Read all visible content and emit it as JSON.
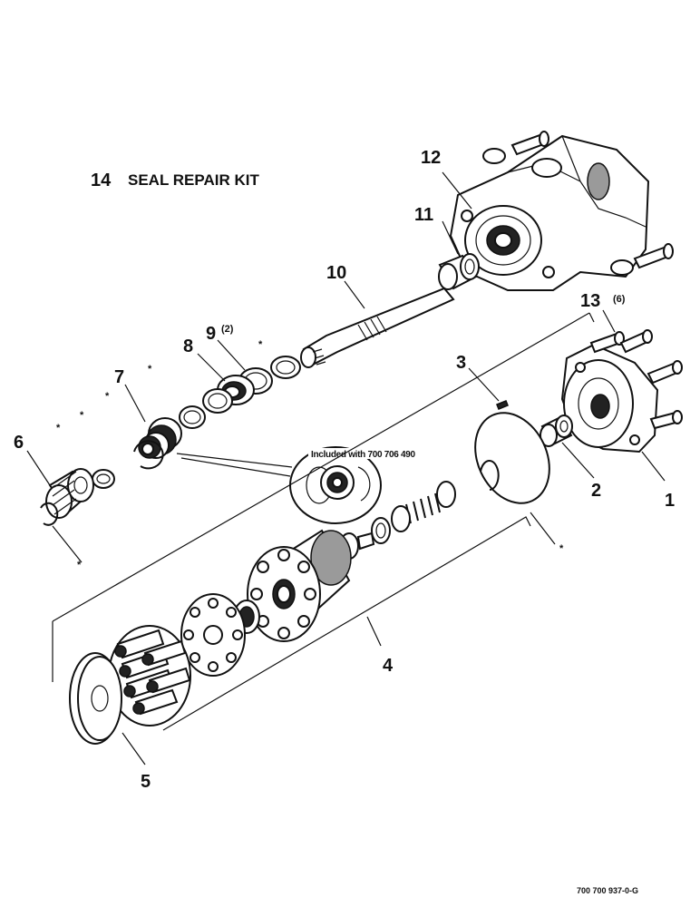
{
  "kit_number": "14",
  "kit_title": "SEAL REPAIR KIT",
  "callouts": {
    "c1": "1",
    "c2": "2",
    "c3": "3",
    "c4": "4",
    "c5": "5",
    "c6": "6",
    "c7": "7",
    "c8": "8",
    "c9": "9",
    "c9_qty": "(2)",
    "c10": "10",
    "c11": "11",
    "c12": "12",
    "c13": "13",
    "c13_qty": "(6)"
  },
  "asterisk": "*",
  "inset_note": "Included with 700 706 490",
  "figure_id": "700 700 937-0-G"
}
